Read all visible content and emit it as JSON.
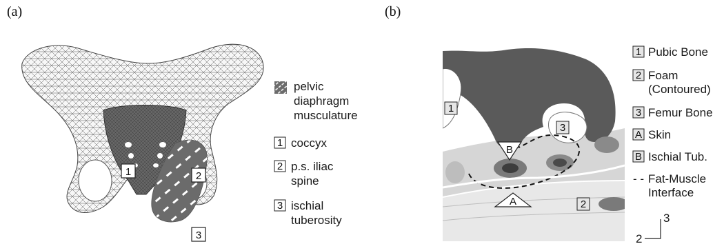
{
  "panel_a": {
    "label": "(a)",
    "markers": {
      "m1": "1",
      "m2": "2",
      "m3": "3"
    },
    "legend": [
      {
        "text": "pelvic diaphragm musculature",
        "lines": [
          "pelvic",
          "diaphragm",
          "musculature"
        ]
      },
      {
        "num": "1",
        "text": "coccyx",
        "lines": [
          "coccyx"
        ]
      },
      {
        "num": "2",
        "text": "p.s. iliac spine",
        "lines": [
          "p.s. iliac",
          "spine"
        ]
      },
      {
        "num": "3",
        "text": "ischial tuberosity",
        "lines": [
          "ischial",
          "tuberosity"
        ]
      }
    ]
  },
  "panel_b": {
    "label": "(b)",
    "markers": {
      "m1": "1",
      "m2": "2",
      "m3": "3",
      "mA": "A",
      "mB": "B"
    },
    "legend": [
      {
        "num": "1",
        "text": "Pubic Bone",
        "lines": [
          "Pubic Bone"
        ]
      },
      {
        "num": "2",
        "text": "Foam (Contoured)",
        "lines": [
          "Foam",
          "(Contoured)"
        ]
      },
      {
        "num": "3",
        "text": "Femur Bone",
        "lines": [
          "Femur Bone"
        ]
      },
      {
        "num": "A",
        "text": "Skin",
        "lines": [
          "Skin"
        ]
      },
      {
        "num": "B",
        "text": "Ischial Tub.",
        "lines": [
          "Ischial Tub."
        ]
      },
      {
        "dash": "- -",
        "text": "Fat-Muscle Interface",
        "lines": [
          "Fat-Muscle",
          "Interface"
        ]
      }
    ],
    "axes": {
      "vertical": "3",
      "horizontal": "2"
    }
  },
  "colors": {
    "muscle": "#6a6a6a",
    "bone_dark": "#555555",
    "soft_tissue": "#d9d9d9",
    "foam": "#ececec"
  }
}
